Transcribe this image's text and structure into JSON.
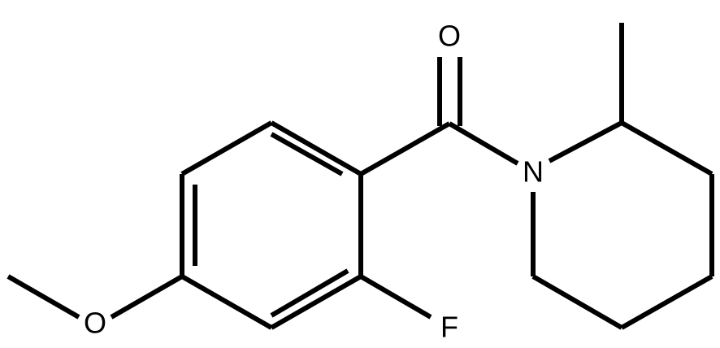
{
  "molecule": {
    "atoms": {
      "oxygen_carbonyl": "O",
      "nitrogen": "N",
      "fluorine": "F",
      "oxygen_methoxy": "O"
    },
    "colors": {
      "bond": "#000000",
      "label": "#000000",
      "background": "#ffffff"
    }
  }
}
